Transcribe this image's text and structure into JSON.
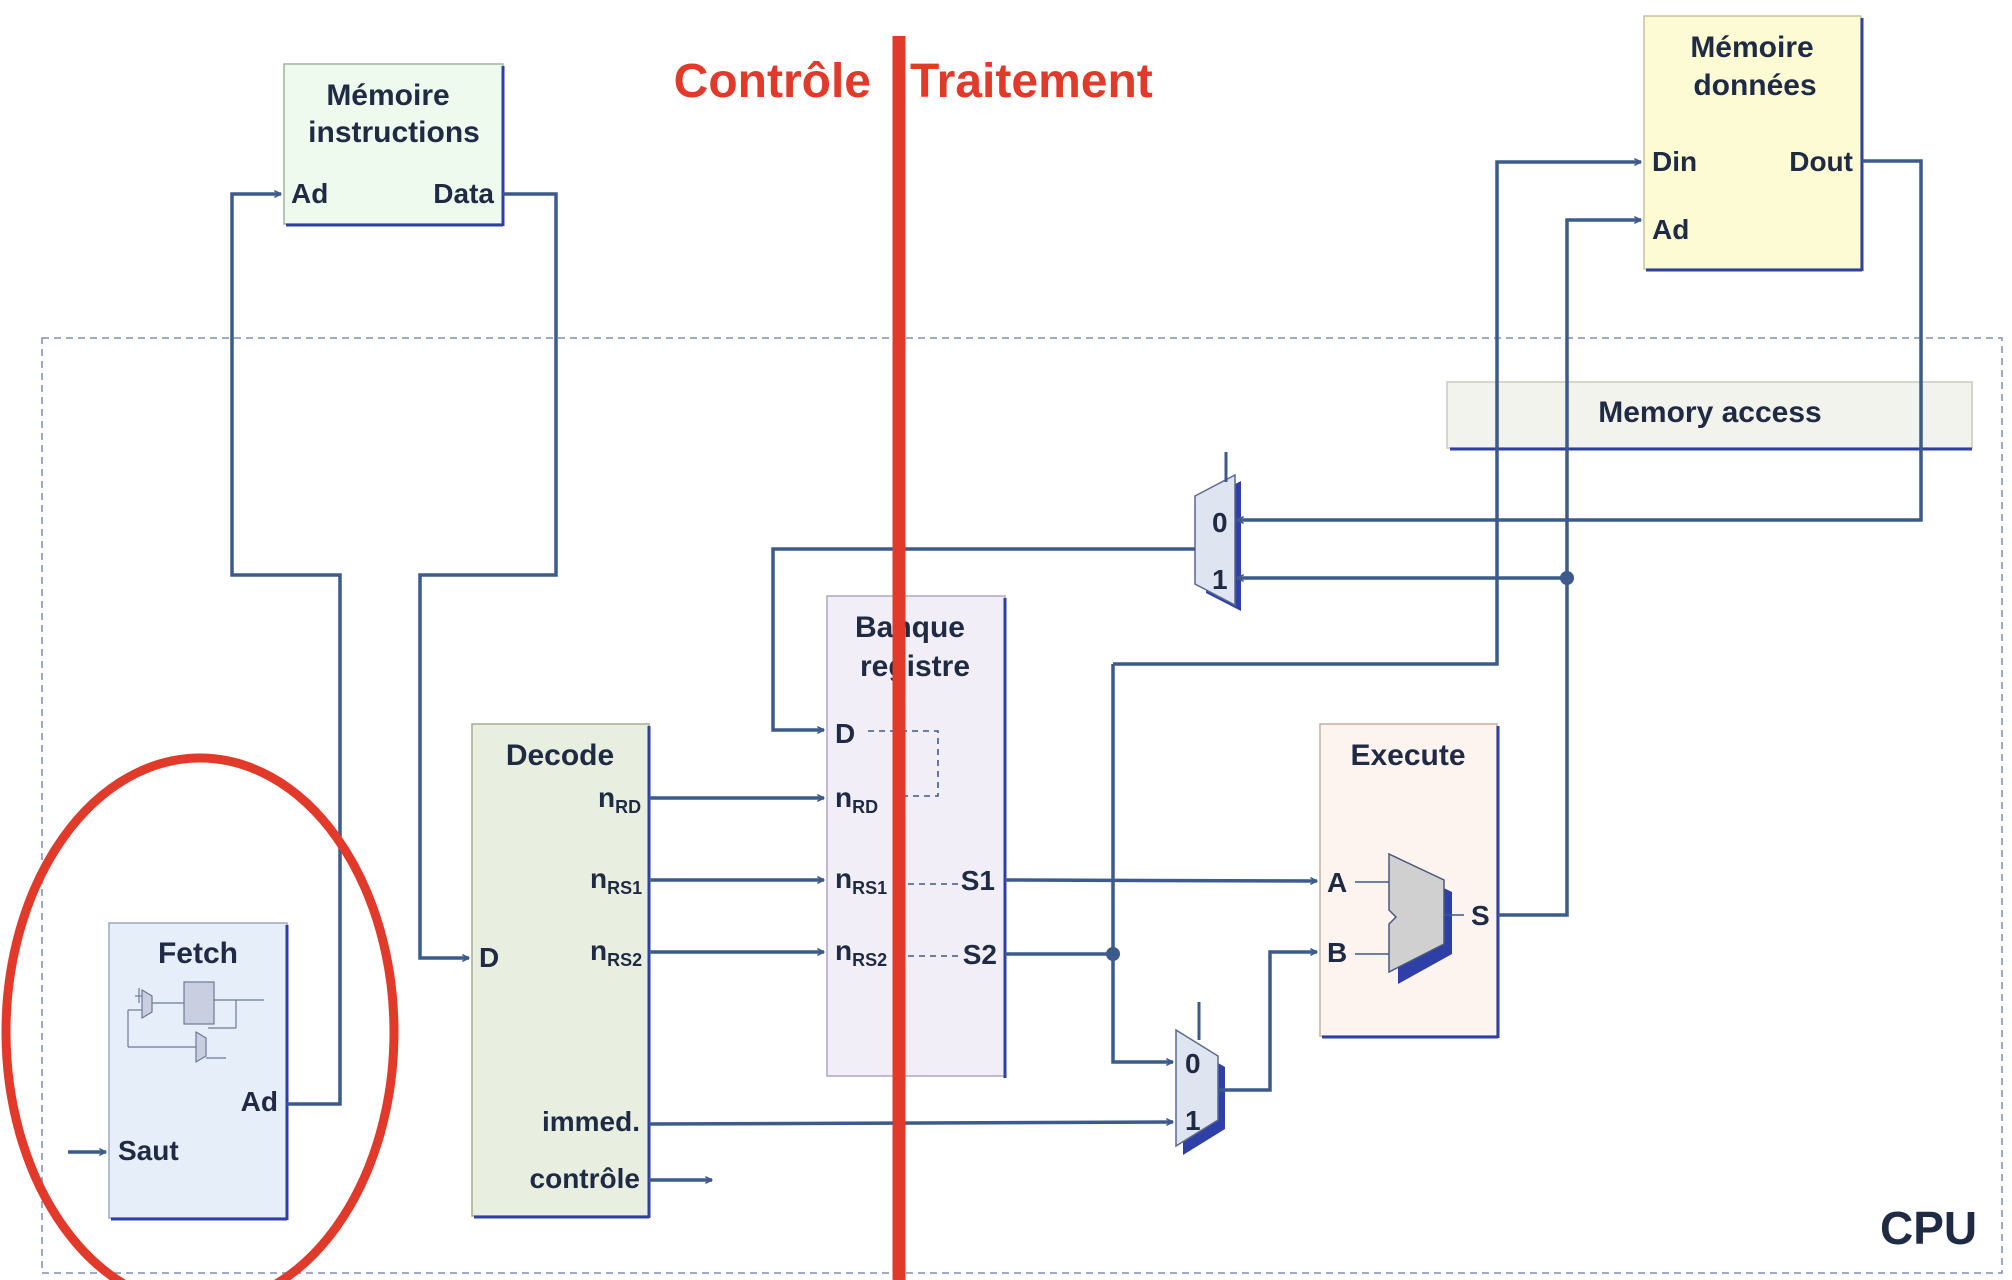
{
  "colors": {
    "wire": "#3c5a8c",
    "split_line": "#e23a2a",
    "label_text": "#1f2a44",
    "instr_mem_fill": "#eefaee",
    "data_mem_fill": "#fdfbd4",
    "decode_fill": "#e8eee0",
    "regbank_fill": "#f1eef7",
    "execute_fill": "#fdf4f0",
    "fetch_fill": "#e6eef9",
    "memaccess_fill": "#f3f3ee"
  },
  "header": {
    "control": "Contrôle",
    "processing": "Traitement"
  },
  "instr_memory": {
    "title_line1": "Mémoire",
    "title_line2": "instructions",
    "port_ad": "Ad",
    "port_data": "Data"
  },
  "data_memory": {
    "title_line1": "Mémoire",
    "title_line2": "données",
    "port_din": "Din",
    "port_dout": "Dout",
    "port_ad": "Ad"
  },
  "cpu": {
    "label": "CPU"
  },
  "memory_access": {
    "title": "Memory access"
  },
  "fetch": {
    "title": "Fetch",
    "port_ad": "Ad",
    "port_saut": "Saut"
  },
  "decode": {
    "title": "Decode",
    "port_d": "D",
    "port_nrd": "n",
    "port_nrd_sub": "RD",
    "port_nrs1": "n",
    "port_nrs1_sub": "RS1",
    "port_nrs2": "n",
    "port_nrs2_sub": "RS2",
    "port_immed": "immed.",
    "port_controle": "contrôle"
  },
  "regbank": {
    "title_line1": "Banque",
    "title_line2": "registre",
    "port_d": "D",
    "port_nrd": "n",
    "port_nrd_sub": "RD",
    "port_nrs1": "n",
    "port_nrs1_sub": "RS1",
    "port_nrs2": "n",
    "port_nrs2_sub": "RS2",
    "port_s1": "S1",
    "port_s2": "S2"
  },
  "execute": {
    "title": "Execute",
    "port_a": "A",
    "port_b": "B",
    "port_s": "S"
  },
  "mux_writeback": {
    "in0": "0",
    "in1": "1"
  },
  "mux_operand": {
    "in0": "0",
    "in1": "1"
  }
}
